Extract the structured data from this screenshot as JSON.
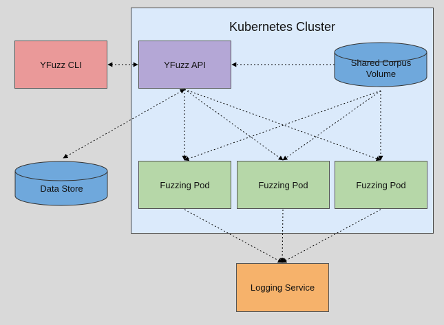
{
  "cluster": {
    "title": "Kubernetes Cluster",
    "color": "#dbeafb"
  },
  "nodes": {
    "cli": {
      "label": "YFuzz CLI",
      "color": "#ea9999"
    },
    "api": {
      "label": "YFuzz API",
      "color": "#b4a7d6"
    },
    "corpus": {
      "label_line1": "Shared Corpus",
      "label_line2": "Volume",
      "color": "#6fa8dc"
    },
    "store": {
      "label": "Data Store",
      "color": "#6fa8dc"
    },
    "pods": [
      {
        "label": "Fuzzing Pod",
        "color": "#b6d7a8"
      },
      {
        "label": "Fuzzing Pod",
        "color": "#b6d7a8"
      },
      {
        "label": "Fuzzing Pod",
        "color": "#b6d7a8"
      }
    ],
    "logging": {
      "label": "Logging Service",
      "color": "#f6b26b"
    }
  },
  "edges": [
    {
      "from": "cli",
      "to": "api",
      "style": "dotted",
      "arrows": "both"
    },
    {
      "from": "corpus",
      "to": "api",
      "style": "dotted",
      "arrows": "end"
    },
    {
      "from": "api",
      "to": "store",
      "style": "dotted",
      "arrows": "both"
    },
    {
      "from": "api",
      "to": "pod1",
      "style": "dotted",
      "arrows": "end"
    },
    {
      "from": "api",
      "to": "pod2",
      "style": "dotted",
      "arrows": "end"
    },
    {
      "from": "api",
      "to": "pod3",
      "style": "dotted",
      "arrows": "end"
    },
    {
      "from": "corpus",
      "to": "pod1",
      "style": "dotted",
      "arrows": "end"
    },
    {
      "from": "corpus",
      "to": "pod2",
      "style": "dotted",
      "arrows": "end"
    },
    {
      "from": "corpus",
      "to": "pod3",
      "style": "dotted",
      "arrows": "end"
    },
    {
      "from": "pod1",
      "to": "logging",
      "style": "dotted",
      "arrows": "end"
    },
    {
      "from": "pod2",
      "to": "logging",
      "style": "dotted",
      "arrows": "end"
    },
    {
      "from": "pod3",
      "to": "logging",
      "style": "dotted",
      "arrows": "end"
    }
  ]
}
